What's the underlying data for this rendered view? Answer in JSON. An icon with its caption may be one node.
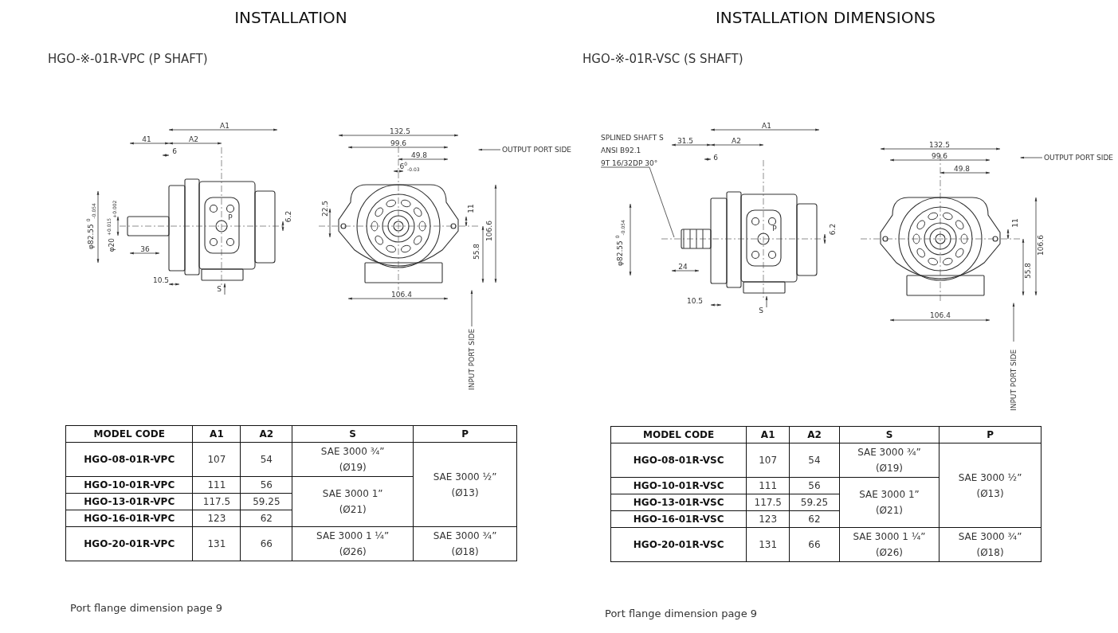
{
  "diagram": {
    "nodes": [
      {
        "text": [
          "OUTPUT PORT SIDE"
        ]
      },
      {
        "text": [
          "INPUT PORT SIDE"
        ]
      },
      {
        "text": [
          "SPLINED SHAFT S",
          "ANSI B92.1",
          "9T 16/32DP 30°"
        ]
      },
      {
        "text": [
          "OUTPUT PORT SIDE"
        ]
      },
      {
        "text": [
          "INPUT PORT SIDE"
        ]
      },
      {
        "text": [],
        "shape": "picture"
      },
      {
        "text": [],
        "shape": "picture"
      }
    ],
    "edges": [
      {
        "from": 0,
        "to": 5,
        "arrow": "to"
      },
      {
        "from": 1,
        "to": 5,
        "arrow": "to"
      },
      {
        "from": 2,
        "to": null,
        "arrow": "none"
      },
      {
        "from": 3,
        "to": 6,
        "arrow": "to"
      },
      {
        "from": 4,
        "to": 6,
        "arrow": "to"
      }
    ],
    "labels": [
      "INSTALLATION",
      "INSTALLATION DIMENSIONS",
      "HGO-※-01R-VPC (P SHAFT)",
      "HGO-※-01R-VSC (S SHAFT)",
      "A1",
      "41",
      "A2",
      "6",
      "P",
      "6.2",
      "φ82.55 $^{0}$$_{-0.054}$",
      "φ20 $^{+0.015}$$_{+0.002}$",
      "36",
      "10.5",
      "S",
      "132.5",
      "99.6",
      "49.8",
      "6$^{0}$$_{-0.03}$",
      "22.5",
      "11",
      "106.6",
      "55.8",
      "106.4",
      "A1",
      "31.5",
      "A2",
      "6",
      "P",
      "6.2",
      "φ82.55 $^{0}$$_{-0.054}$",
      "24",
      "10.5",
      "S",
      "132.5",
      "99.6",
      "49.8",
      "11",
      "106.6",
      "55.8",
      "106.4",
      "MODEL CODE",
      "A1",
      "A2",
      "S",
      "P",
      "HGO-08-01R-VPC",
      "107",
      "54",
      "SAE 3000 ¾” (Ø19)",
      "SAE 3000 ½” (Ø13)",
      "HGO-10-01R-VPC",
      "111",
      "56",
      "SAE 3000 1” (Ø21)",
      "HGO-13-01R-VPC",
      "117.5",
      "59.25",
      "HGO-16-01R-VPC",
      "123",
      "62",
      "HGO-20-01R-VPC",
      "131",
      "66",
      "SAE 3000 1 ¼” (Ø26)",
      "SAE 3000 ¾” (Ø18)",
      "MODEL CODE",
      "A1",
      "A2",
      "S",
      "P",
      "HGO-08-01R-VSC",
      "107",
      "54",
      "SAE 3000 ¾” (Ø19)",
      "SAE 3000 ½” (Ø13)",
      "HGO-10-01R-VSC",
      "111",
      "56",
      "SAE 3000 1” (Ø21)",
      "HGO-13-01R-VSC",
      "117.5",
      "59.25",
      "HGO-16-01R-VSC",
      "123",
      "62",
      "HGO-20-01R-VSC",
      "131",
      "66",
      "SAE 3000 1 ¼” (Ø26)",
      "SAE 3000 ¾” (Ø18)",
      "Port flange dimension page 9",
      "Port flange dimension page 9"
    ]
  }
}
